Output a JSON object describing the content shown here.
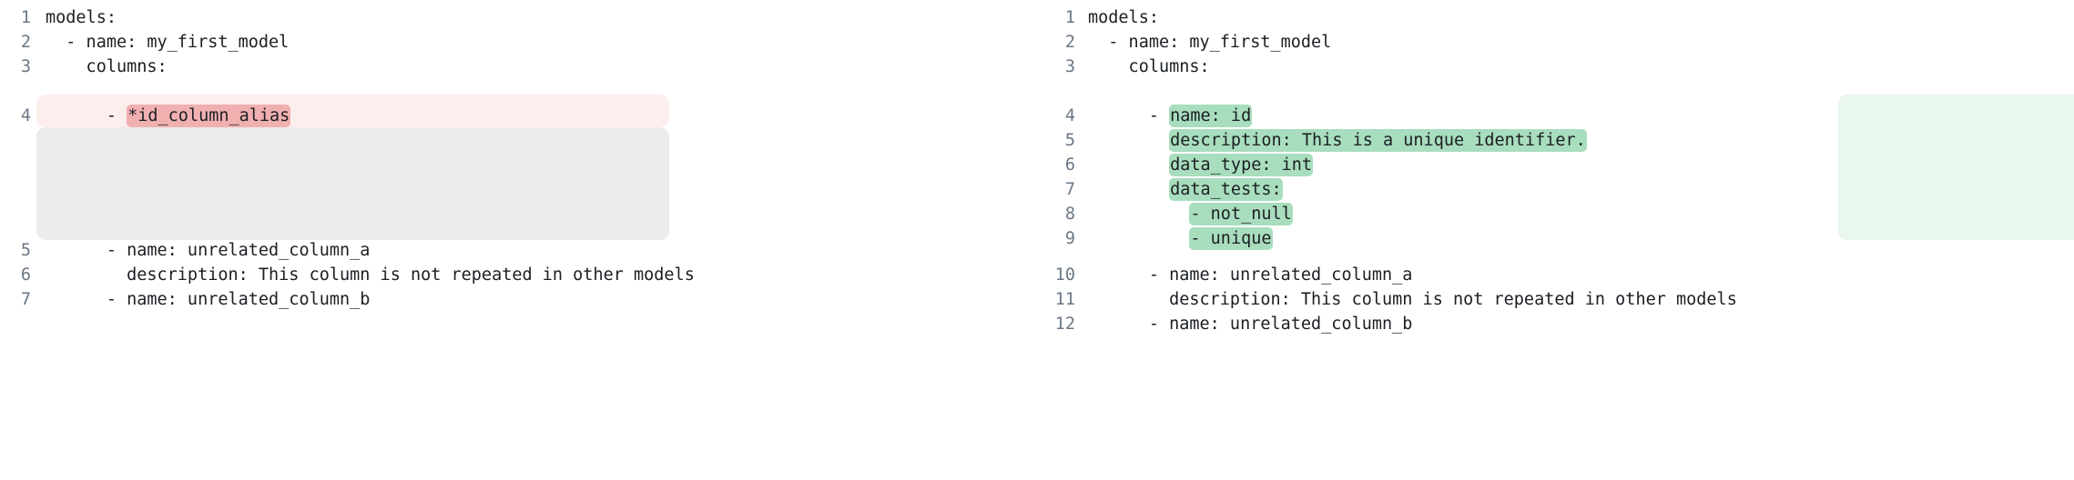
{
  "view": {
    "type": "side-by-side-diff",
    "language": "yaml",
    "colors": {
      "removed_row_bg": "#fdeeee",
      "removed_token_bg": "#f1b0b0",
      "added_row_bg": "#eaf7ef",
      "added_token_bg": "#a8ddbe",
      "filler_bg": "#ebecee",
      "gutter_text": "#6b7785",
      "code_text": "#1b1f23",
      "page_bg": "#ffffff"
    }
  },
  "left": {
    "name": "before",
    "lines": [
      {
        "number": "1",
        "prefix": "models:",
        "token": "",
        "suffix": "",
        "state": "context"
      },
      {
        "number": "2",
        "prefix": "  - name: my_first_model",
        "token": "",
        "suffix": "",
        "state": "context"
      },
      {
        "number": "3",
        "prefix": "    columns:",
        "token": "",
        "suffix": "",
        "state": "context"
      },
      {
        "number": "4",
        "prefix": "      - ",
        "token": "*id_column_alias",
        "suffix": "",
        "state": "removed"
      },
      {
        "number": "5",
        "prefix": "      - name: unrelated_column_a",
        "token": "",
        "suffix": "",
        "state": "context"
      },
      {
        "number": "6",
        "prefix": "        description: This column is not repeated in other models",
        "token": "",
        "suffix": "",
        "state": "context"
      },
      {
        "number": "7",
        "prefix": "      - name: unrelated_column_b",
        "token": "",
        "suffix": "",
        "state": "context"
      }
    ]
  },
  "right": {
    "name": "after",
    "lines": [
      {
        "number": "1",
        "prefix": "models:",
        "token": "",
        "suffix": "",
        "state": "context"
      },
      {
        "number": "2",
        "prefix": "  - name: my_first_model",
        "token": "",
        "suffix": "",
        "state": "context"
      },
      {
        "number": "3",
        "prefix": "    columns:",
        "token": "",
        "suffix": "",
        "state": "context"
      },
      {
        "number": "4",
        "prefix": "      - ",
        "token": "name: id",
        "suffix": "",
        "state": "added"
      },
      {
        "number": "5",
        "prefix": "        ",
        "token": "description: This is a unique identifier.",
        "suffix": "",
        "state": "added"
      },
      {
        "number": "6",
        "prefix": "        ",
        "token": "data_type: int",
        "suffix": "",
        "state": "added"
      },
      {
        "number": "7",
        "prefix": "        ",
        "token": "data_tests:",
        "suffix": "",
        "state": "added"
      },
      {
        "number": "8",
        "prefix": "          ",
        "token": "- not_null",
        "suffix": "",
        "state": "added"
      },
      {
        "number": "9",
        "prefix": "          ",
        "token": "- unique",
        "suffix": "",
        "state": "added"
      },
      {
        "number": "10",
        "prefix": "      - name: unrelated_column_a",
        "token": "",
        "suffix": "",
        "state": "context"
      },
      {
        "number": "11",
        "prefix": "        description: This column is not repeated in other models",
        "token": "",
        "suffix": "",
        "state": "context"
      },
      {
        "number": "12",
        "prefix": "      - name: unrelated_column_b",
        "token": "",
        "suffix": "",
        "state": "context"
      }
    ]
  }
}
